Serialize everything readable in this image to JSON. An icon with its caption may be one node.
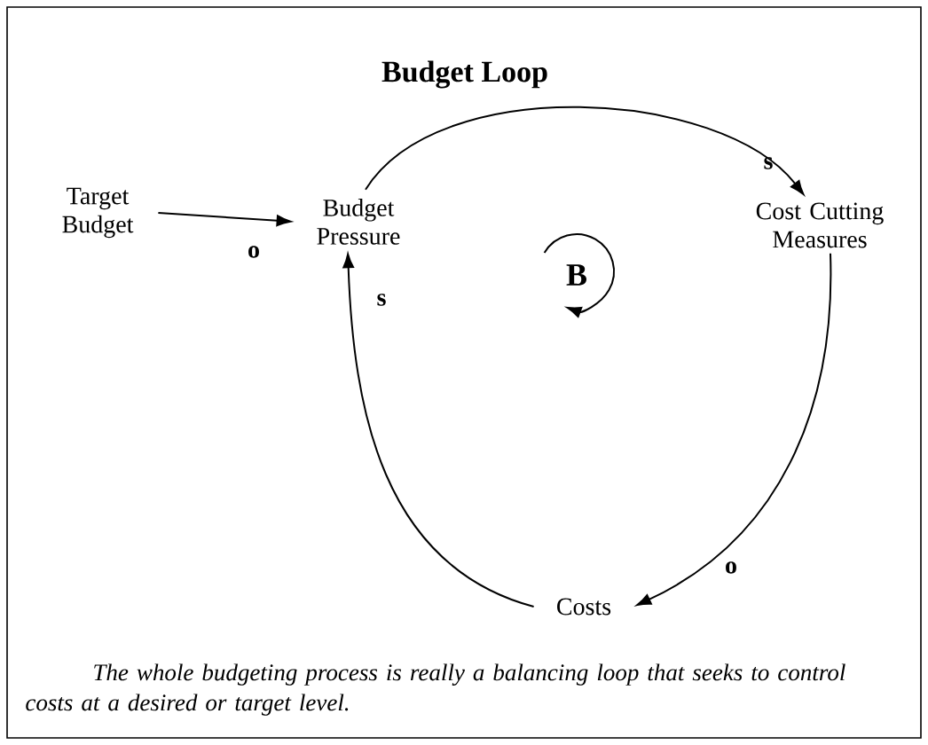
{
  "diagram": {
    "title": "Budget Loop",
    "nodes": [
      {
        "text": [
          "Target Budget"
        ]
      },
      {
        "text": [
          "Budget Pressure"
        ]
      },
      {
        "text": [
          "Cost Cutting Measures"
        ]
      },
      {
        "text": [
          "Costs"
        ]
      }
    ],
    "edges": [
      {
        "from": 0,
        "to": 1,
        "arrow": "to",
        "label": "o"
      },
      {
        "from": 1,
        "to": 2,
        "arrow": "to",
        "label": "s"
      },
      {
        "from": 2,
        "to": 3,
        "arrow": "to",
        "label": "o"
      },
      {
        "from": 3,
        "to": 1,
        "arrow": "to",
        "label": "s"
      }
    ],
    "labels": [
      "B"
    ],
    "caption": "The whole budgeting process is really a balancing loop that seeks to control costs at a desired or target level."
  }
}
